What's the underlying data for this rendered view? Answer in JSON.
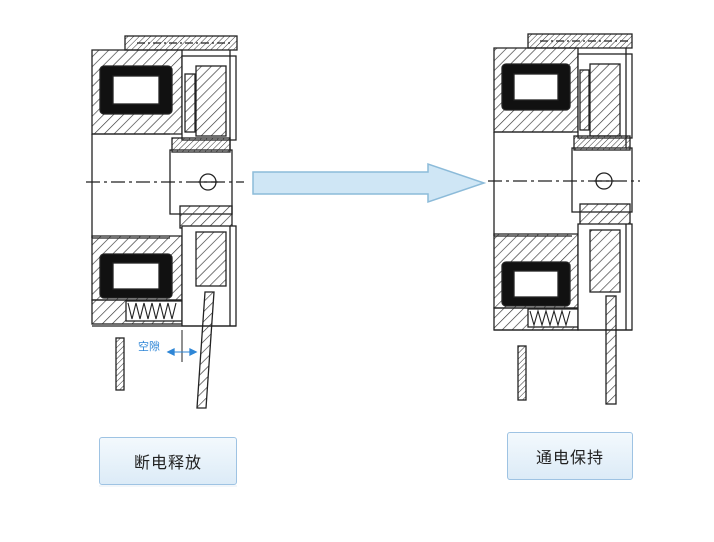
{
  "labels": {
    "left_state": "断电释放",
    "right_state": "通电保持",
    "gap": "空隙"
  },
  "colors": {
    "line": "#222222",
    "coil": "#111111",
    "arrow_fill": "#cfe6f5",
    "arrow_stroke": "#8cbbd9",
    "gap_text": "#2e86d6",
    "label_bg": "#e8f2fa",
    "label_border": "#9ec3e3"
  },
  "icons": [
    "hatched-section",
    "coil-winding",
    "compression-spring",
    "pin-hole",
    "flow-arrow"
  ]
}
